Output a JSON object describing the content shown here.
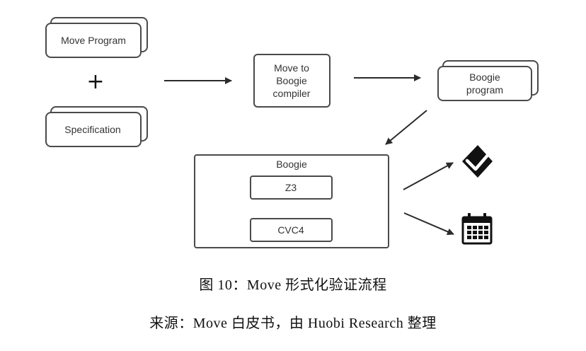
{
  "diagram": {
    "nodes": {
      "move_program": "Move Program",
      "specification": "Specification",
      "plus": "+",
      "compiler": [
        "Move to",
        "Boogie",
        "compiler"
      ],
      "boogie_program": [
        "Boogie",
        "program"
      ],
      "boogie": "Boogie",
      "z3": "Z3",
      "cvc4": "CVC4"
    },
    "icons": {
      "verified": "check-shield-icon",
      "calendar": "calendar-icon"
    },
    "colors": {
      "stroke": "#4a4a4a",
      "arrow": "#2b2b2b",
      "icon": "#111111"
    }
  },
  "caption": {
    "title": "图 10：Move 形式化验证流程",
    "source": "来源：Move 白皮书，由 Huobi Research 整理"
  }
}
